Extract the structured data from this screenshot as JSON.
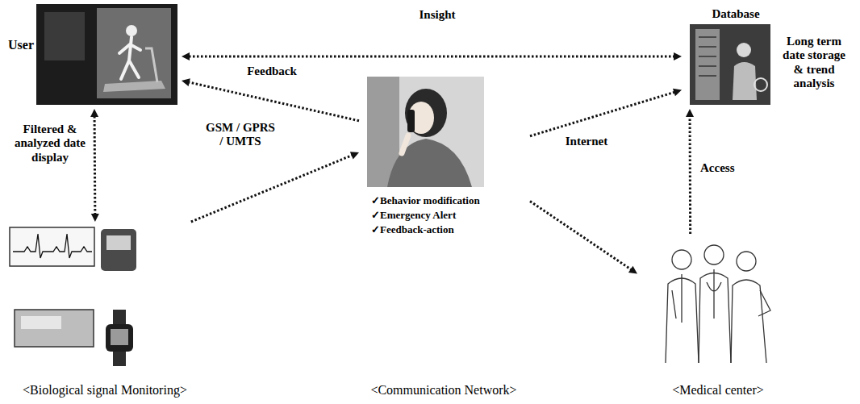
{
  "diagram": {
    "nodes": [
      {
        "text": [
          "User"
        ]
      },
      {
        "text": [
          "Database",
          "Long term date storage & trend analysis"
        ]
      },
      {
        "text": [
          "✓Behavior modification",
          "✓Emergency Alert",
          "✓Feedback-action",
          "<Communication Network>"
        ]
      },
      {
        "text": [
          "<Biological signal Monitoring>"
        ]
      },
      {
        "text": [
          "<Medical center>"
        ]
      }
    ],
    "edges": [
      {
        "from": 0,
        "to": 1,
        "label": "Insight",
        "arrow": "both"
      },
      {
        "from": 2,
        "to": 0,
        "label": "Feedback",
        "arrow": "to"
      },
      {
        "from": 0,
        "to": 3,
        "label": "Filtered & analyzed date display",
        "arrow": "both"
      },
      {
        "from": 3,
        "to": 2,
        "label": "GSM / GPRS / UMTS",
        "arrow": "to"
      },
      {
        "from": 2,
        "to": 1,
        "label": "Internet",
        "arrow": "to"
      },
      {
        "from": 2,
        "to": 4,
        "arrow": "to"
      },
      {
        "from": 4,
        "to": 1,
        "label": "Access",
        "arrow": "to"
      }
    ]
  }
}
